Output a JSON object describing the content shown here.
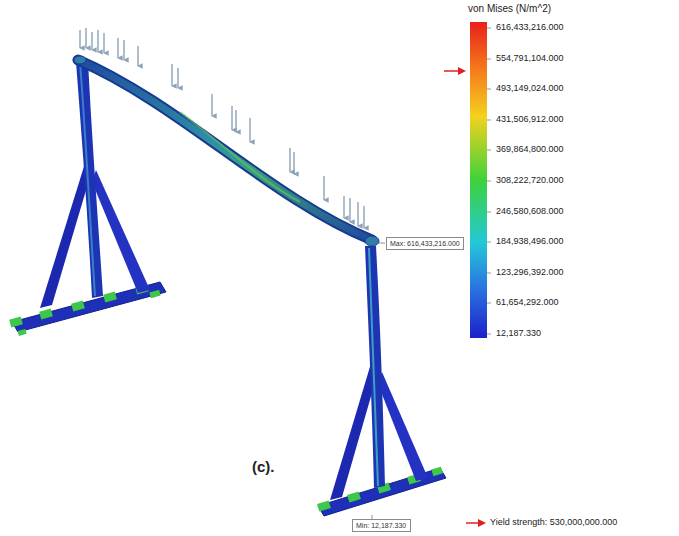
{
  "diagram": {
    "caption": "(c).",
    "nodes": [
      {
        "text": [
          "Max: 616,433,216.000"
        ]
      },
      {
        "text": [
          "Min: 12,187.330"
        ]
      }
    ],
    "labels": [
      "von Mises (N/m^2)",
      "616,433,216.000",
      "554,791,104.000",
      "493,149,024.000",
      "431,506,912.000",
      "369,864,800.000",
      "308,222,720.000",
      "246,580,608.000",
      "184,938,496.000",
      "123,296,392.000",
      "61,654,292.000",
      "12,187.330",
      "Yield strength: 530,000,000.000"
    ]
  }
}
